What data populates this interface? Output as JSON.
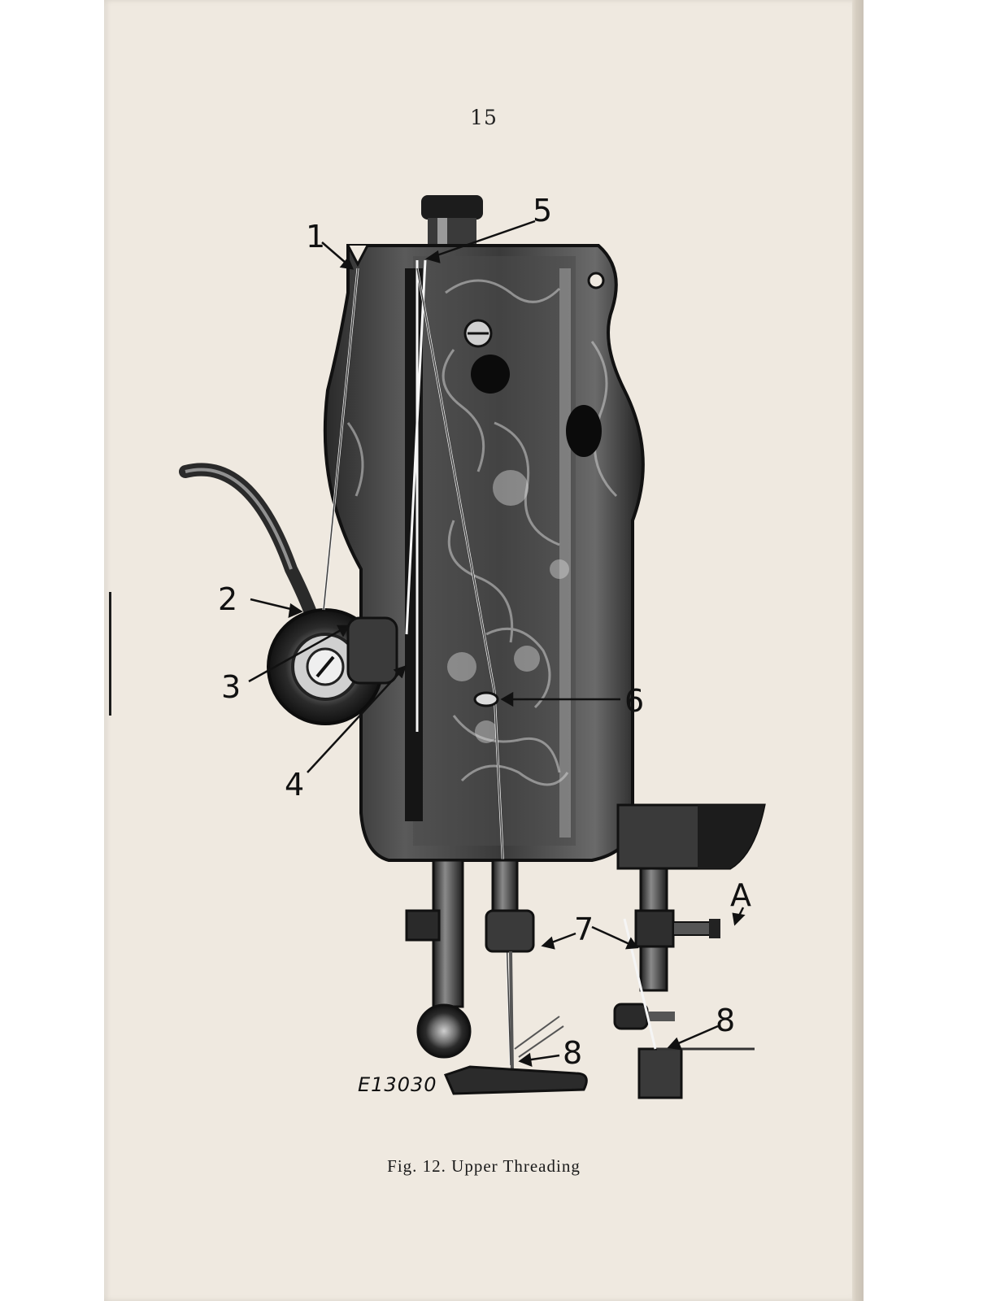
{
  "page_number": "15",
  "figure": {
    "callouts": {
      "c1": "1",
      "c2": "2",
      "c3": "3",
      "c4": "4",
      "c5": "5",
      "c6": "6",
      "c7": "7",
      "c8a": "8",
      "c8b": "8",
      "cA": "A"
    },
    "code": "E13030",
    "caption": "Fig. 12.  Upper Threading"
  }
}
